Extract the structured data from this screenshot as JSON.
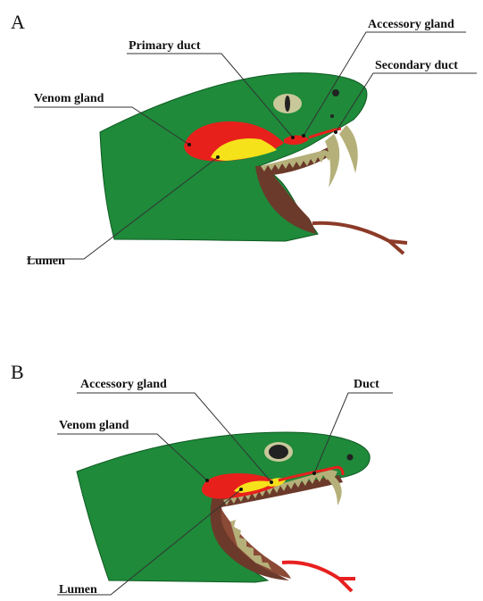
{
  "colors": {
    "head": "#1e8a3a",
    "head_outline": "#0f5a22",
    "venom_gland": "#e8201c",
    "lumen": "#f6e21a",
    "mouth_inner": "#6b3a2a",
    "mouth_floor": "#8b4a36",
    "tongue_a": "#8c3a28",
    "tongue_b": "#e82020",
    "fang": "#b5b07a",
    "eye_a": "#c8c89a",
    "eye_b": "#222222",
    "leader": "#333333",
    "text": "#111111"
  },
  "panel_a": {
    "letter": "A",
    "labels": {
      "primary_duct": "Primary duct",
      "accessory_gland": "Accessory gland",
      "secondary_duct": "Secondary duct",
      "venom_gland": "Venom gland",
      "lumen": "Lumen"
    }
  },
  "panel_b": {
    "letter": "B",
    "labels": {
      "accessory_gland": "Accessory gland",
      "duct": "Duct",
      "venom_gland": "Venom gland",
      "lumen": "Lumen"
    }
  }
}
